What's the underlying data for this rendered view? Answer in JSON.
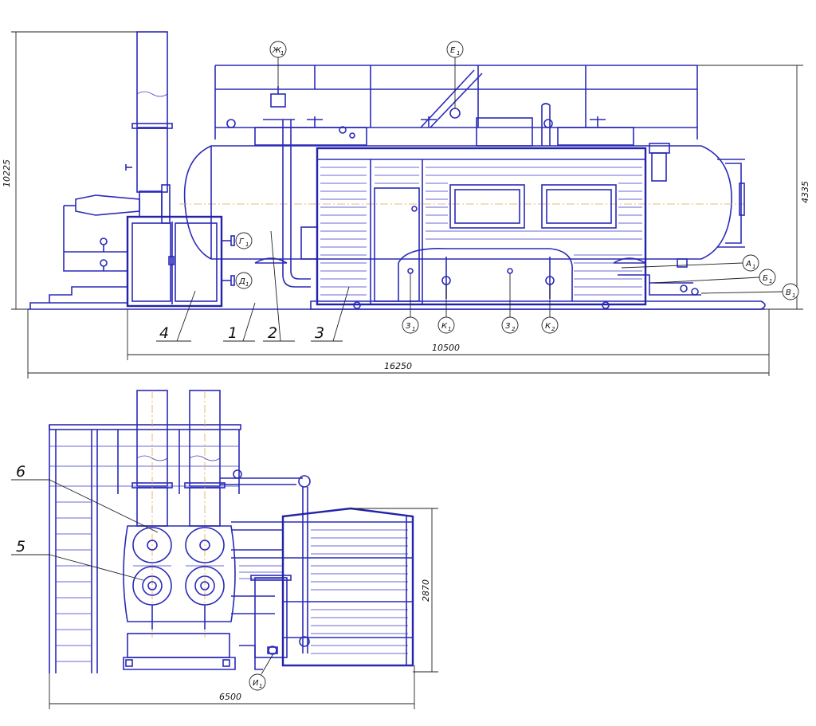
{
  "dimensions": {
    "overall_height": "10225",
    "house_height": "4335",
    "house_length": "10500",
    "overall_length": "16250",
    "front_width": "6500",
    "front_house_height": "2870"
  },
  "positions": [
    "1",
    "2",
    "3",
    "4",
    "5",
    "6"
  ],
  "connections": [
    {
      "letter": "Ж",
      "sub": "1"
    },
    {
      "letter": "Е",
      "sub": "1"
    },
    {
      "letter": "Г",
      "sub": "1"
    },
    {
      "letter": "Д",
      "sub": "1"
    },
    {
      "letter": "А",
      "sub": "1"
    },
    {
      "letter": "Б",
      "sub": "1"
    },
    {
      "letter": "В",
      "sub": "1"
    },
    {
      "letter": "З",
      "sub": "1"
    },
    {
      "letter": "К",
      "sub": "1"
    },
    {
      "letter": "З",
      "sub": "2"
    },
    {
      "letter": "К",
      "sub": "2"
    },
    {
      "letter": "И",
      "sub": "1"
    }
  ],
  "colors": {
    "line": "#2a2ab8",
    "axis": "#e7a24a",
    "dimension": "#222222"
  }
}
